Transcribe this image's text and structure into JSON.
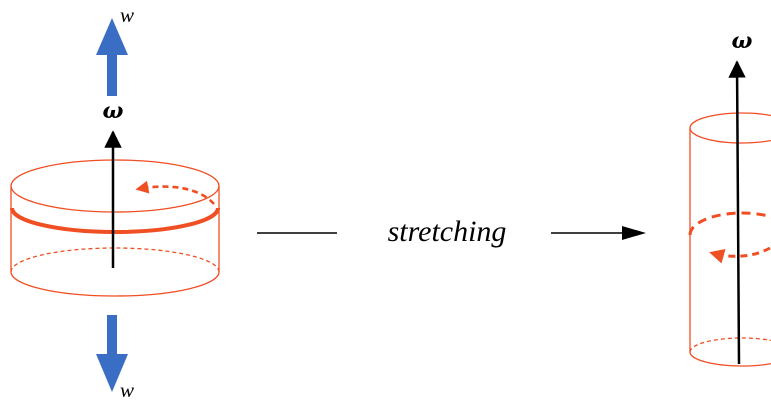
{
  "labels": {
    "vorticity": "ω",
    "velocity_top": "w",
    "velocity_bottom": "w",
    "process": "stretching",
    "vorticity_stretched": "ω"
  },
  "colors": {
    "cylinder": "#f04e23",
    "velocity_arrow": "#3a6dc4",
    "vorticity_arrow": "#000000",
    "process_arrow": "#000000"
  },
  "icons": {
    "velocity_top": "arrow-up-icon",
    "velocity_bottom": "arrow-down-icon",
    "process": "arrow-right-icon"
  }
}
